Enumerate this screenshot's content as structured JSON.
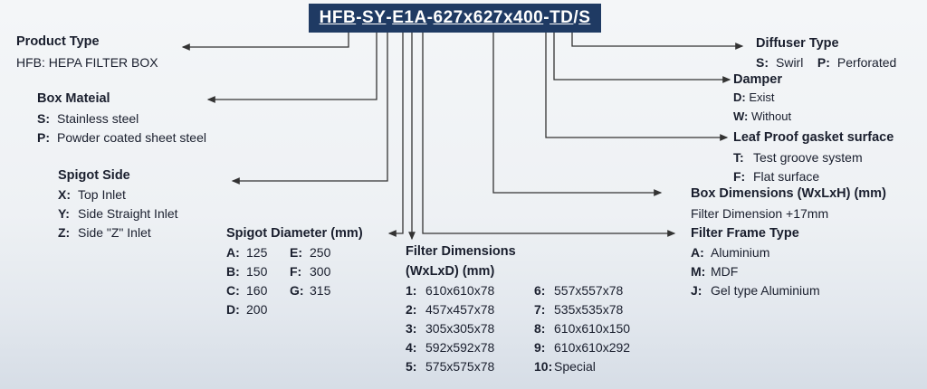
{
  "code": {
    "parts": [
      "HFB",
      "-",
      "SY",
      "-",
      "E1A",
      "-",
      "627x627x400",
      "-",
      "TD",
      "/",
      "S"
    ]
  },
  "product_type": {
    "title": "Product Type",
    "desc": "HFB: HEPA FILTER BOX"
  },
  "box_material": {
    "title": "Box Mateial",
    "items": [
      {
        "k": "S:",
        "v": "Stainless steel"
      },
      {
        "k": "P:",
        "v": "Powder coated sheet steel"
      }
    ]
  },
  "spigot_side": {
    "title": "Spigot Side",
    "items": [
      {
        "k": "X:",
        "v": "Top Inlet"
      },
      {
        "k": "Y:",
        "v": "Side Straight Inlet"
      },
      {
        "k": "Z:",
        "v": "Side \"Z\" Inlet"
      }
    ]
  },
  "spigot_diameter": {
    "title": "Spigot Diameter (mm)",
    "items": [
      {
        "k": "A:",
        "v": "125"
      },
      {
        "k": "B:",
        "v": "150"
      },
      {
        "k": "C:",
        "v": "160"
      },
      {
        "k": "D:",
        "v": "200"
      },
      {
        "k": "E:",
        "v": "250"
      },
      {
        "k": "F:",
        "v": "300"
      },
      {
        "k": "G:",
        "v": "315"
      }
    ]
  },
  "filter_dimensions": {
    "title": "Filter Dimensions",
    "subtitle": "(WxLxD) (mm)",
    "items": [
      {
        "k": "1:",
        "v": "610x610x78"
      },
      {
        "k": "2:",
        "v": "457x457x78"
      },
      {
        "k": "3:",
        "v": "305x305x78"
      },
      {
        "k": "4:",
        "v": "592x592x78"
      },
      {
        "k": "5:",
        "v": "575x575x78"
      },
      {
        "k": "6:",
        "v": "557x557x78"
      },
      {
        "k": "7:",
        "v": "535x535x78"
      },
      {
        "k": "8:",
        "v": "610x610x150"
      },
      {
        "k": "9:",
        "v": "610x610x292"
      },
      {
        "k": "10:",
        "v": "Special"
      }
    ]
  },
  "diffuser_type": {
    "title": "Diffuser Type",
    "items": [
      {
        "k": "S:",
        "v": "Swirl"
      },
      {
        "k": "P:",
        "v": "Perforated"
      }
    ]
  },
  "damper": {
    "title": "Damper",
    "items": [
      {
        "k": "D:",
        "v": "Exist"
      },
      {
        "k": "W:",
        "v": "Without"
      }
    ]
  },
  "gasket": {
    "title": "Leaf Proof gasket surface",
    "items": [
      {
        "k": "T:",
        "v": "Test groove system"
      },
      {
        "k": "F:",
        "v": "Flat surface"
      }
    ]
  },
  "box_dimensions": {
    "title": "Box Dimensions (WxLxH) (mm)",
    "desc": "Filter Dimension +17mm"
  },
  "filter_frame": {
    "title": "Filter Frame Type",
    "items": [
      {
        "k": "A:",
        "v": "Aluminium"
      },
      {
        "k": "M:",
        "v": "MDF"
      },
      {
        "k": "J:",
        "v": "Gel type Aluminium"
      }
    ]
  }
}
